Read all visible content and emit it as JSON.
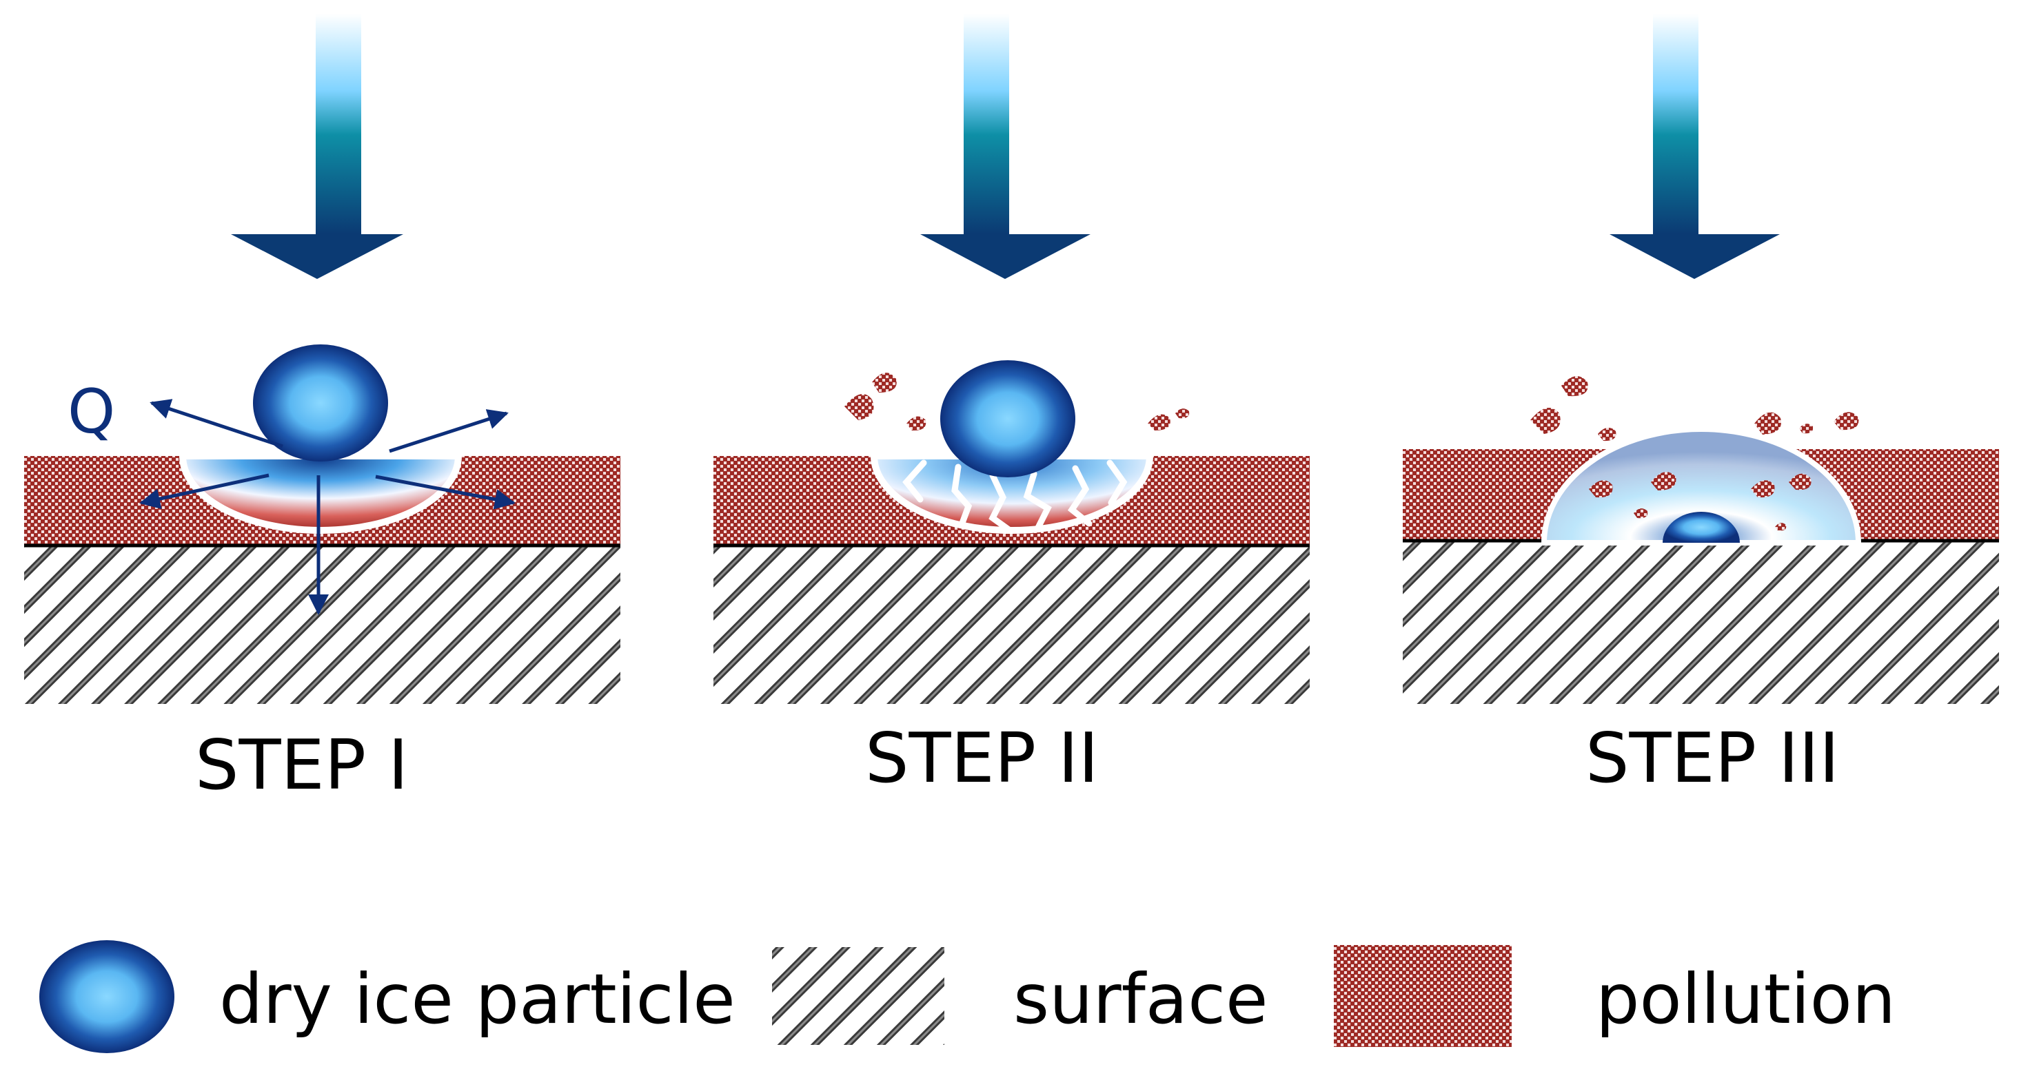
{
  "colors": {
    "arrow_dark": "#0b3a73",
    "arrow_mid": "#0e8fa6",
    "arrow_light": "#7fd3ff",
    "pollution": "#9e2a25",
    "particle_dark": "#0d2f7a",
    "particle_light": "#7fd0ff",
    "force_arrow": "#0d2f7a"
  },
  "labels": {
    "q": "Q",
    "steps": [
      "STEP I",
      "STEP II",
      "STEP III"
    ]
  },
  "legend": {
    "particle": "dry ice particle",
    "surface": "surface",
    "pollution": "pollution"
  },
  "icons": {
    "particle": "dry-ice-particle-icon",
    "surface": "hatched-surface-icon",
    "pollution": "pollution-pattern-icon"
  }
}
